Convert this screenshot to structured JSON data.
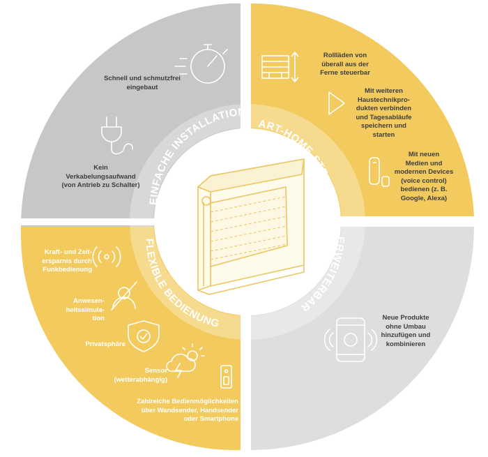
{
  "colors": {
    "gray_quadrant": "#c7c7c7",
    "yellow_quadrant": "#f3ca5e",
    "light_gray_quadrant": "#dedede",
    "ring_text_light": "#ffffff",
    "icon_line": "#ffffff",
    "body_text": "#3d3d3d"
  },
  "sections": {
    "installation": {
      "ring_label": "EINFACHE INSTALLATION",
      "items": [
        {
          "text": "Schnell und schmutzfrei\neingebaut",
          "icon": "stopwatch-icon"
        },
        {
          "text": "Kein\nVerkabelungsaufwand\n(von Antrieb zu Schalter)",
          "icon": "plug-icon"
        }
      ]
    },
    "smart_home": {
      "ring_label": "SMART-HOME-STEUERUNG",
      "items": [
        {
          "text": "Rollläden von\nüberall aus der\nFerne steuerbar",
          "icon": "shutter-updown-icon"
        },
        {
          "text": "Mit weiteren\nHaustechnikpro-\ndukten verbinden\nund Tagesabläufe\nspeichern und\nstarten",
          "icon": "play-icon"
        },
        {
          "text": "Mit neuen\nMedien und\nmodernen Devices\n(voice control)\nbedienen (z. B.\nGoogle, Alexa)",
          "icon": "smart-speaker-icon"
        }
      ]
    },
    "expandable": {
      "ring_label": "ERWEITERBAR",
      "items": [
        {
          "text": "Neue Produkte\nohne Umbau\nhinzufügen und\nkombinieren",
          "icon": "smartphone-remote-icon"
        }
      ]
    },
    "flexible": {
      "ring_label": "FLEXIBLE BEDIENUNG",
      "items": [
        {
          "text": "Kraft- und Zeit-\nersparnis durch\nFunkbedienung",
          "icon": "radio-signal-icon"
        },
        {
          "text": "Anwesen-\nheitssimula-\ntion",
          "icon": "absent-person-icon"
        },
        {
          "text": "Privatsphäre",
          "icon": "shield-check-icon"
        },
        {
          "text": "Sensor\n(wetterabhängig)",
          "icon": "weather-sensor-icon"
        },
        {
          "text": "Zahlreiche Bedienmöglichkeiten\nüber Wandsender, Handsender\noder Smartphone",
          "icon": "wall-switch-icon"
        }
      ]
    }
  },
  "center": {
    "icon": "roller-shutter-icon"
  }
}
